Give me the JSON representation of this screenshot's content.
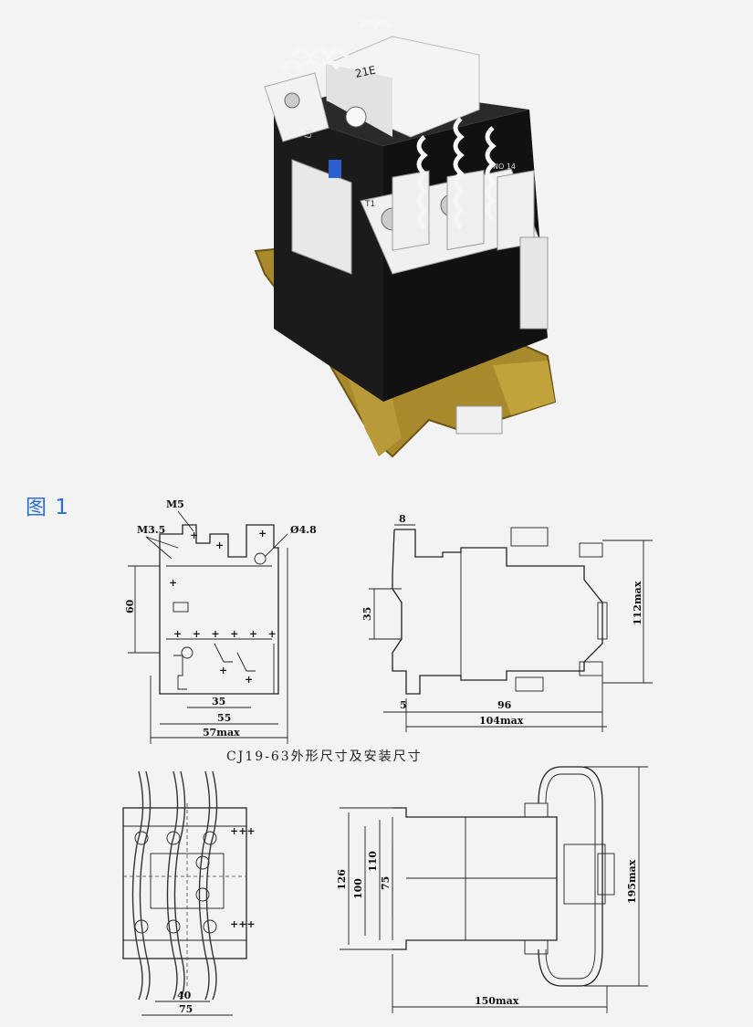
{
  "figure_label": "图 1",
  "product": {
    "module_label": "21E",
    "terminal_labels": {
      "top_left": "L1",
      "front": "T1",
      "aux": "NO 14"
    }
  },
  "front_view": {
    "labels": {
      "m5": "M5",
      "m35": "M3.5",
      "hole": "Ø4.8"
    },
    "dims": {
      "height": "60",
      "inner": "35",
      "mid": "55",
      "overall": "57max"
    }
  },
  "side_view": {
    "dims": {
      "top": "8",
      "left_h": "35",
      "right_h": "112max",
      "bottom_small": "5",
      "bottom_mid": "96",
      "bottom_total": "104max"
    }
  },
  "caption": "CJ19-63外形尺寸及安装尺寸",
  "bottom_front_view": {
    "dims": {
      "inner": "40",
      "overall": "75"
    }
  },
  "bottom_side_view": {
    "dims": {
      "h1": "126",
      "h2": "100",
      "h3": "110",
      "h4": "75",
      "right_h": "195max",
      "bottom_total": "150max"
    }
  }
}
